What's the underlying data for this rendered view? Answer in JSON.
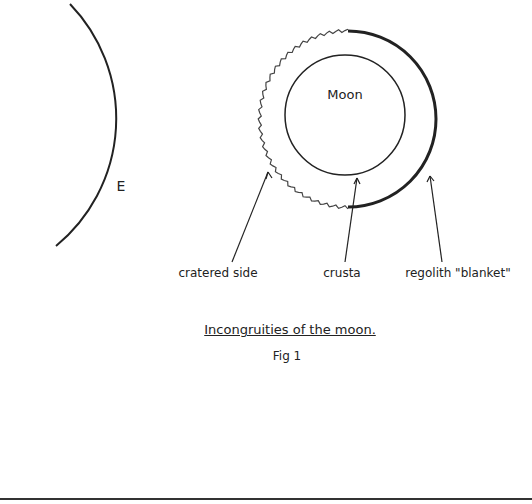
{
  "diagram": {
    "caption": "Incongruities of the moon.",
    "nodes": [
      {
        "text": [
          "E"
        ]
      },
      {
        "text": [
          "Moon"
        ]
      }
    ],
    "labels": [
      "cratered side",
      "crusta",
      "regolith \"blanket\"",
      "Fig 1"
    ]
  }
}
